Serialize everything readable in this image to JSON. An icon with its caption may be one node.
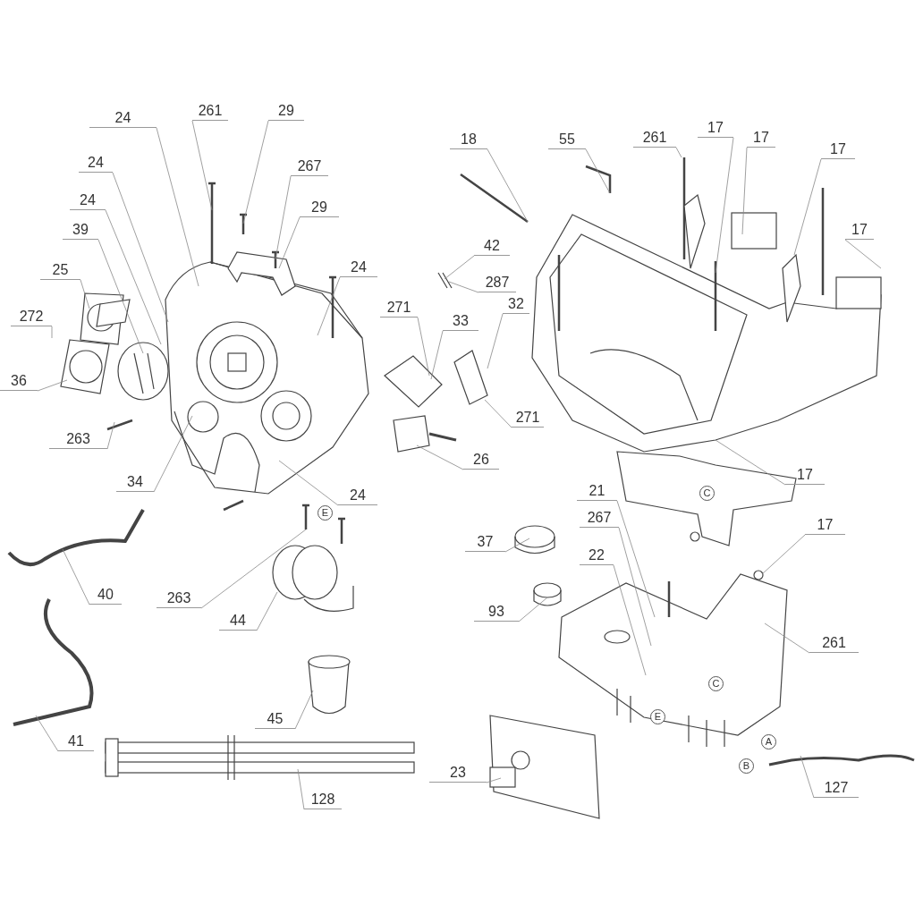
{
  "diagram": {
    "nodes": [
      {
        "text": [
          "24"
        ]
      },
      {
        "text": [
          "261"
        ]
      },
      {
        "text": [
          "29"
        ]
      },
      {
        "text": [
          "24"
        ]
      },
      {
        "text": [
          "267"
        ]
      },
      {
        "text": [
          "29"
        ]
      },
      {
        "text": [
          "24"
        ]
      },
      {
        "text": [
          "39"
        ]
      },
      {
        "text": [
          "24"
        ]
      },
      {
        "text": [
          "25"
        ]
      },
      {
        "text": [
          "272"
        ]
      },
      {
        "text": [
          "36"
        ]
      },
      {
        "text": [
          "263"
        ]
      },
      {
        "text": [
          "34"
        ]
      },
      {
        "text": [
          "24"
        ]
      },
      {
        "text": [
          "18"
        ]
      },
      {
        "text": [
          "55"
        ]
      },
      {
        "text": [
          "261"
        ]
      },
      {
        "text": [
          "17"
        ]
      },
      {
        "text": [
          "17"
        ]
      },
      {
        "text": [
          "17"
        ]
      },
      {
        "text": [
          "17"
        ]
      },
      {
        "text": [
          "42"
        ]
      },
      {
        "text": [
          "287"
        ]
      },
      {
        "text": [
          "271"
        ]
      },
      {
        "text": [
          "33"
        ]
      },
      {
        "text": [
          "32"
        ]
      },
      {
        "text": [
          "271"
        ]
      },
      {
        "text": [
          "26"
        ]
      },
      {
        "text": [
          "17"
        ]
      },
      {
        "text": [
          "21"
        ]
      },
      {
        "text": [
          "267"
        ]
      },
      {
        "text": [
          "37"
        ]
      },
      {
        "text": [
          "17"
        ]
      },
      {
        "text": [
          "22"
        ]
      },
      {
        "text": [
          "93"
        ]
      },
      {
        "text": [
          "261"
        ]
      },
      {
        "text": [
          "40"
        ]
      },
      {
        "text": [
          "263"
        ]
      },
      {
        "text": [
          "44"
        ]
      },
      {
        "text": [
          "45"
        ]
      },
      {
        "text": [
          "41"
        ]
      },
      {
        "text": [
          "128"
        ]
      },
      {
        "text": [
          "23"
        ]
      },
      {
        "text": [
          "127"
        ]
      }
    ],
    "edges": [
      {
        "from": 0,
        "to": null,
        "arrow": "none"
      },
      {
        "from": 1,
        "to": null,
        "arrow": "none"
      },
      {
        "from": 2,
        "to": null,
        "arrow": "none"
      },
      {
        "from": 3,
        "to": null,
        "arrow": "none"
      },
      {
        "from": 4,
        "to": null,
        "arrow": "none"
      },
      {
        "from": 5,
        "to": null,
        "arrow": "none"
      },
      {
        "from": 6,
        "to": null,
        "arrow": "none"
      },
      {
        "from": 7,
        "to": null,
        "arrow": "none"
      },
      {
        "from": 8,
        "to": null,
        "arrow": "none"
      },
      {
        "from": 9,
        "to": null,
        "arrow": "none"
      },
      {
        "from": 10,
        "to": null,
        "arrow": "none"
      },
      {
        "from": 11,
        "to": null,
        "arrow": "none"
      },
      {
        "from": 12,
        "to": null,
        "arrow": "none"
      },
      {
        "from": 13,
        "to": null,
        "arrow": "none"
      },
      {
        "from": 14,
        "to": null,
        "arrow": "none"
      },
      {
        "from": 15,
        "to": null,
        "arrow": "none"
      },
      {
        "from": 16,
        "to": null,
        "arrow": "none"
      },
      {
        "from": 17,
        "to": null,
        "arrow": "none"
      },
      {
        "from": 18,
        "to": null,
        "arrow": "none"
      },
      {
        "from": 19,
        "to": null,
        "arrow": "none"
      },
      {
        "from": 20,
        "to": null,
        "arrow": "none"
      },
      {
        "from": 21,
        "to": null,
        "arrow": "none"
      },
      {
        "from": 22,
        "to": null,
        "arrow": "none"
      },
      {
        "from": 23,
        "to": null,
        "arrow": "none"
      },
      {
        "from": 24,
        "to": null,
        "arrow": "none"
      },
      {
        "from": 25,
        "to": null,
        "arrow": "none"
      },
      {
        "from": 26,
        "to": null,
        "arrow": "none"
      },
      {
        "from": 27,
        "to": null,
        "arrow": "none"
      },
      {
        "from": 28,
        "to": null,
        "arrow": "none"
      },
      {
        "from": 29,
        "to": null,
        "arrow": "none"
      },
      {
        "from": 30,
        "to": null,
        "arrow": "none"
      },
      {
        "from": 31,
        "to": null,
        "arrow": "none"
      },
      {
        "from": 32,
        "to": null,
        "arrow": "none"
      },
      {
        "from": 33,
        "to": null,
        "arrow": "none"
      },
      {
        "from": 34,
        "to": null,
        "arrow": "none"
      },
      {
        "from": 35,
        "to": null,
        "arrow": "none"
      },
      {
        "from": 36,
        "to": null,
        "arrow": "none"
      },
      {
        "from": 37,
        "to": null,
        "arrow": "none"
      },
      {
        "from": 38,
        "to": null,
        "arrow": "none"
      },
      {
        "from": 39,
        "to": null,
        "arrow": "none"
      },
      {
        "from": 40,
        "to": null,
        "arrow": "none"
      },
      {
        "from": 41,
        "to": null,
        "arrow": "none"
      },
      {
        "from": 42,
        "to": null,
        "arrow": "none"
      },
      {
        "from": 43,
        "to": null,
        "arrow": "none"
      },
      {
        "from": 44,
        "to": null,
        "arrow": "none"
      }
    ],
    "labels": [
      "C",
      "E",
      "C",
      "E",
      "A",
      "B"
    ]
  }
}
